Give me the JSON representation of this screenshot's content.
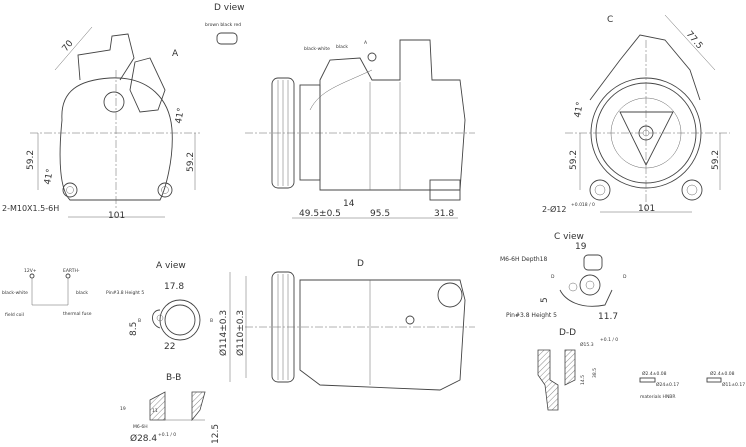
{
  "views": {
    "front_left": {
      "dims": {
        "width": "70",
        "h1": "59.2",
        "h2": "59.2",
        "bottom": "101",
        "angle1": "41°",
        "angle2": "41°",
        "thread": "2-M10X1.5-6H",
        "arrow": "A"
      }
    },
    "d_view": {
      "title": "D view",
      "wires": "brown  black  red"
    },
    "side": {
      "wire_labels": [
        "black-white",
        "black"
      ],
      "arrow": "A",
      "dims": [
        "49.5±0.5",
        "14",
        "95.5",
        "31.8"
      ]
    },
    "front_right": {
      "arrow": "C",
      "dims": {
        "diag": "77.5",
        "angle": "41°",
        "h1": "59.2",
        "h2": "59.2",
        "bottom": "101",
        "hole": "2-Ø12",
        "tol": "+0.018 / 0"
      }
    },
    "wiring": {
      "labels": [
        "12V+",
        "EARTH-",
        "black-white",
        "black",
        "field coil",
        "thermal fuse"
      ]
    },
    "a_view": {
      "title": "A view",
      "pin": "Pin#3.8 Height 5",
      "dims": [
        "17.8",
        "8.5",
        "22"
      ],
      "section": "B"
    },
    "bottom_side": {
      "arrow": "D",
      "dims": [
        "Ø114±0.3",
        "Ø110±0.3"
      ]
    },
    "bb": {
      "title": "B-B",
      "dims": [
        "19",
        "11",
        "M6-6H",
        "Ø28.4",
        "+0.1 / 0",
        "12.5"
      ]
    },
    "c_view": {
      "title": "C view",
      "thread": "M6-6H Depth18",
      "pin": "Pin#3.8 Height 5",
      "dims": [
        "19",
        "5",
        "11.7"
      ],
      "section": "D"
    },
    "dd": {
      "title": "D-D",
      "dims": [
        "Ø15.3",
        "+0.1 / 0",
        "14.5",
        "38.5"
      ]
    },
    "orings": [
      {
        "cs": "Ø2.4±0.08",
        "id": "Ø24±0.17"
      },
      {
        "cs": "Ø2.4±0.08",
        "id": "Ø11±0.17"
      }
    ],
    "material": "materials HNBR"
  }
}
